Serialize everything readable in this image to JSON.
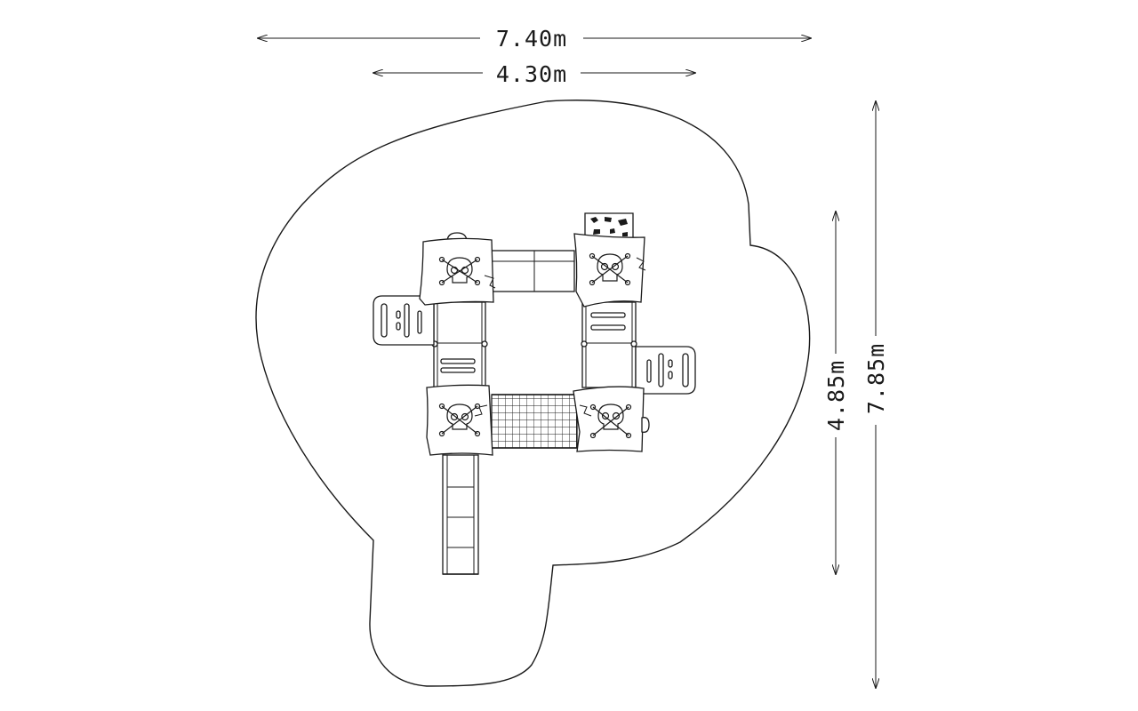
{
  "dimensions": {
    "overall_width": "7.40m",
    "structure_width": "4.30m",
    "structure_depth": "4.85m",
    "overall_depth": "7.85m"
  }
}
